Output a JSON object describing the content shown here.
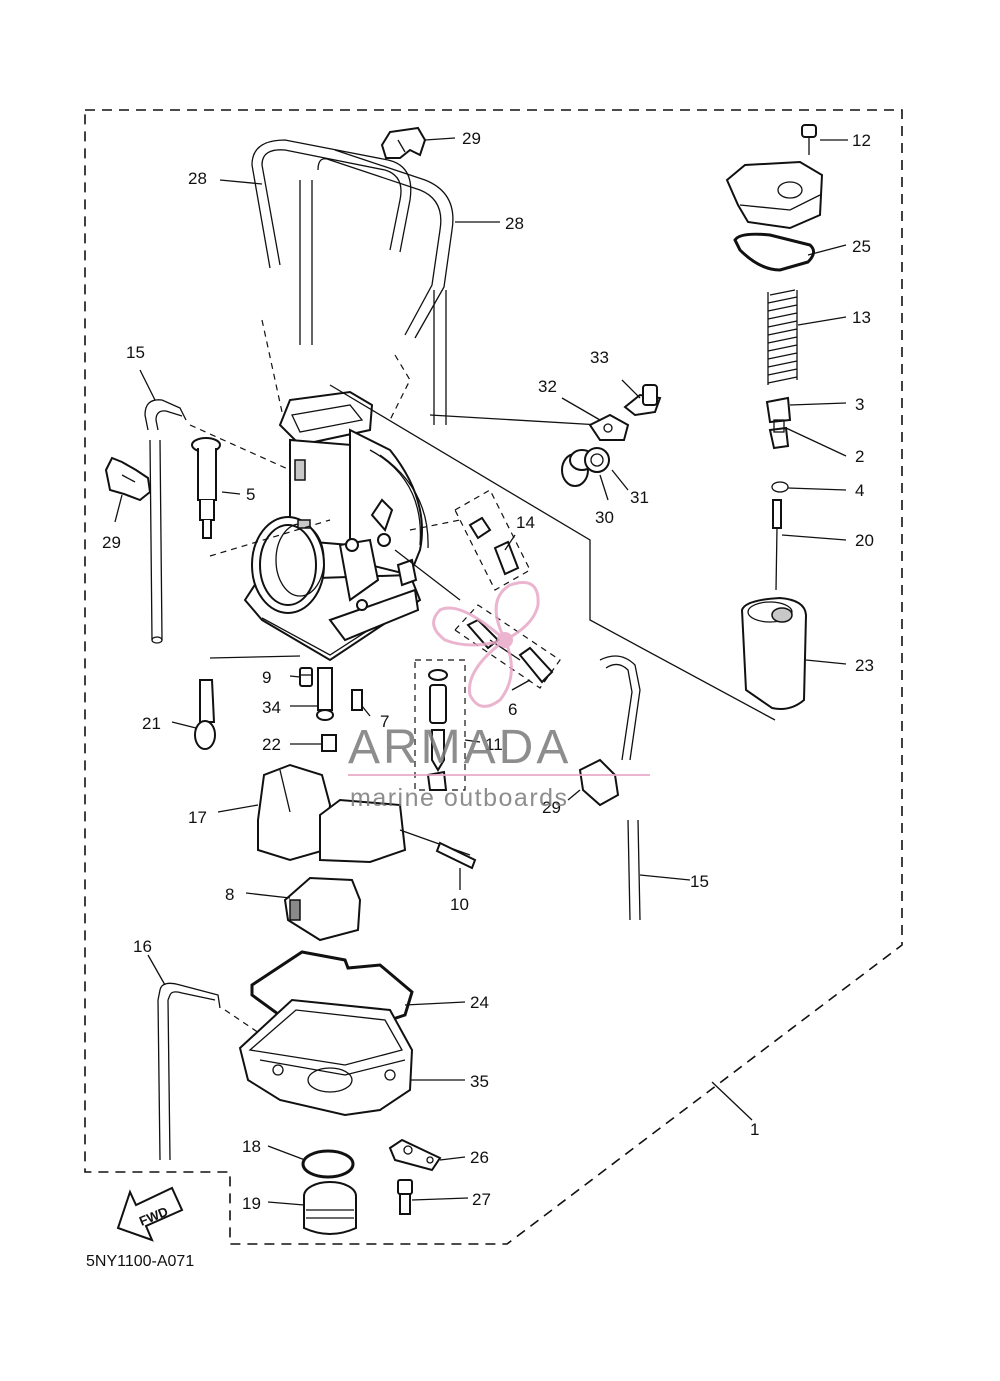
{
  "diagram": {
    "reference_code": "5NY1100-A071",
    "fwd_label": "FWD",
    "watermark": {
      "brand": "ARMADA",
      "tagline": "marine outboards",
      "accent_color": "#e8a9c8",
      "text_color": "#7a7a7a"
    },
    "callouts": [
      {
        "id": "c1",
        "label": "1"
      },
      {
        "id": "c2",
        "label": "2"
      },
      {
        "id": "c3",
        "label": "3"
      },
      {
        "id": "c4",
        "label": "4"
      },
      {
        "id": "c5",
        "label": "5"
      },
      {
        "id": "c6",
        "label": "6"
      },
      {
        "id": "c7",
        "label": "7"
      },
      {
        "id": "c8",
        "label": "8"
      },
      {
        "id": "c9",
        "label": "9"
      },
      {
        "id": "c10",
        "label": "10"
      },
      {
        "id": "c11",
        "label": "11"
      },
      {
        "id": "c12",
        "label": "12"
      },
      {
        "id": "c13",
        "label": "13"
      },
      {
        "id": "c14",
        "label": "14"
      },
      {
        "id": "c15a",
        "label": "15"
      },
      {
        "id": "c15b",
        "label": "15"
      },
      {
        "id": "c16",
        "label": "16"
      },
      {
        "id": "c17",
        "label": "17"
      },
      {
        "id": "c18",
        "label": "18"
      },
      {
        "id": "c19",
        "label": "19"
      },
      {
        "id": "c20",
        "label": "20"
      },
      {
        "id": "c21",
        "label": "21"
      },
      {
        "id": "c22",
        "label": "22"
      },
      {
        "id": "c23",
        "label": "23"
      },
      {
        "id": "c24",
        "label": "24"
      },
      {
        "id": "c25",
        "label": "25"
      },
      {
        "id": "c26",
        "label": "26"
      },
      {
        "id": "c27",
        "label": "27"
      },
      {
        "id": "c28a",
        "label": "28"
      },
      {
        "id": "c28b",
        "label": "28"
      },
      {
        "id": "c29a",
        "label": "29"
      },
      {
        "id": "c29b",
        "label": "29"
      },
      {
        "id": "c29c",
        "label": "29"
      },
      {
        "id": "c30",
        "label": "30"
      },
      {
        "id": "c31",
        "label": "31"
      },
      {
        "id": "c32",
        "label": "32"
      },
      {
        "id": "c33",
        "label": "33"
      },
      {
        "id": "c34",
        "label": "34"
      },
      {
        "id": "c35",
        "label": "35"
      }
    ]
  }
}
